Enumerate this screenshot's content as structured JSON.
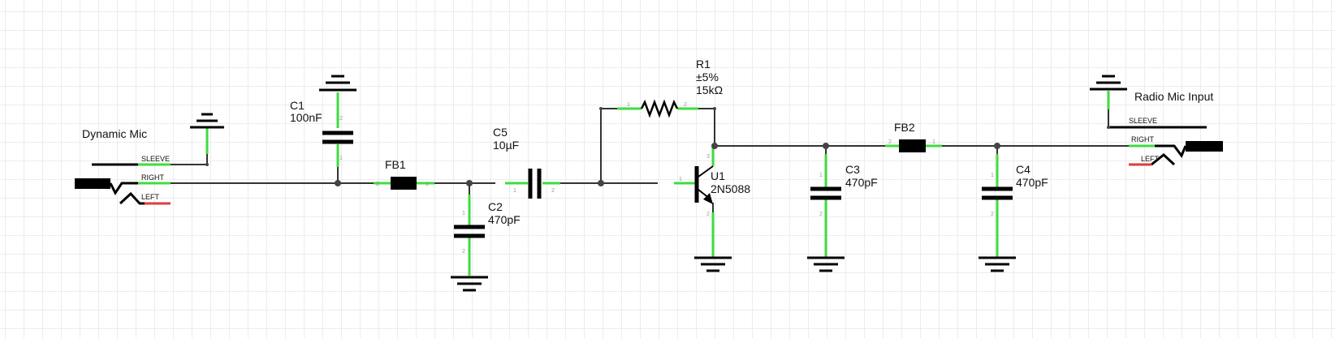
{
  "labels": {
    "dynamic_mic": "Dynamic Mic",
    "radio_mic": "Radio Mic Input",
    "sleeve": "SLEEVE",
    "right": "RIGHT",
    "left": "LEFT"
  },
  "components": {
    "c1": {
      "ref": "C1",
      "value": "100nF"
    },
    "c2": {
      "ref": "C2",
      "value": "470pF"
    },
    "c3": {
      "ref": "C3",
      "value": "470pF"
    },
    "c4": {
      "ref": "C4",
      "value": "470pF"
    },
    "c5": {
      "ref": "C5",
      "value": "10µF"
    },
    "fb1": {
      "ref": "FB1"
    },
    "fb2": {
      "ref": "FB2"
    },
    "r1": {
      "ref": "R1",
      "tol": "±5%",
      "value": "15kΩ"
    },
    "u1": {
      "ref": "U1",
      "value": "2N5088"
    }
  },
  "pins": {
    "one": "1",
    "two": "2",
    "three": "3"
  },
  "colors": {
    "pin": "#3fdc3f",
    "left_channel": "#e03c3c",
    "grid": "#ececec"
  }
}
